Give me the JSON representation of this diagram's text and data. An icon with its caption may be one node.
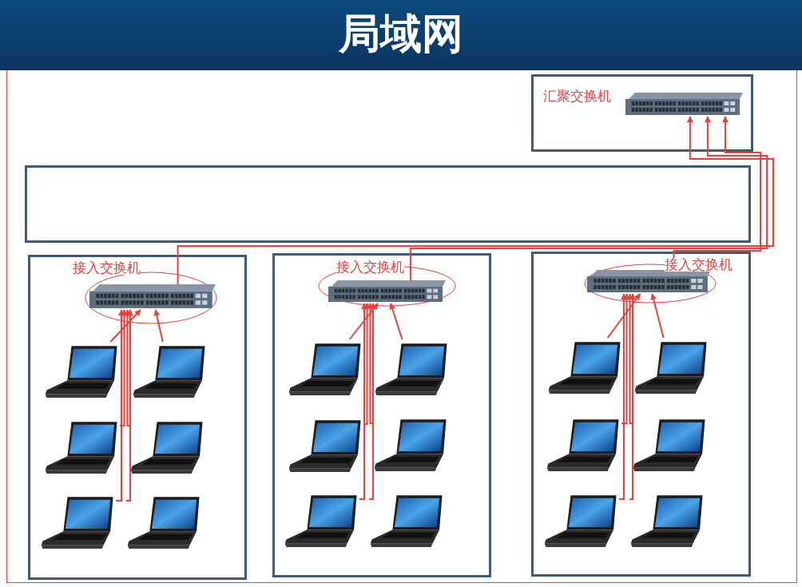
{
  "diagram": {
    "title": "局域网",
    "nodes": [
      {
        "text": [
          "汇聚交换机"
        ]
      },
      {
        "text": [],
        "shape": "picture",
        "in": 0
      },
      {
        "text": [],
        "shape": "box"
      },
      {
        "text": [],
        "shape": "box"
      },
      {
        "text": [
          "接入交换机"
        ],
        "in": 3
      },
      {
        "text": [],
        "shape": "picture",
        "in": 4
      },
      {
        "text": [],
        "shape": "picture",
        "in": 3
      },
      {
        "text": [],
        "shape": "picture",
        "in": 3
      },
      {
        "text": [],
        "shape": "picture",
        "in": 3
      },
      {
        "text": [],
        "shape": "picture",
        "in": 3
      },
      {
        "text": [],
        "shape": "picture",
        "in": 3
      },
      {
        "text": [],
        "shape": "picture",
        "in": 3
      },
      {
        "text": [],
        "shape": "box"
      },
      {
        "text": [
          "接入交换机"
        ],
        "in": 12
      },
      {
        "text": [],
        "shape": "picture",
        "in": 13
      },
      {
        "text": [],
        "shape": "picture",
        "in": 12
      },
      {
        "text": [],
        "shape": "picture",
        "in": 12
      },
      {
        "text": [],
        "shape": "picture",
        "in": 12
      },
      {
        "text": [],
        "shape": "picture",
        "in": 12
      },
      {
        "text": [],
        "shape": "picture",
        "in": 12
      },
      {
        "text": [],
        "shape": "picture",
        "in": 12
      },
      {
        "text": [],
        "shape": "box"
      },
      {
        "text": [
          "接入交换机"
        ],
        "in": 21
      },
      {
        "text": [],
        "shape": "picture",
        "in": 22
      },
      {
        "text": [],
        "shape": "picture",
        "in": 21
      },
      {
        "text": [],
        "shape": "picture",
        "in": 21
      },
      {
        "text": [],
        "shape": "picture",
        "in": 21
      },
      {
        "text": [],
        "shape": "picture",
        "in": 21
      },
      {
        "text": [],
        "shape": "picture",
        "in": 21
      },
      {
        "text": [],
        "shape": "picture",
        "in": 21
      }
    ],
    "edges": [
      {
        "from": 5,
        "to": 1,
        "arrow": "to"
      },
      {
        "from": 14,
        "to": 1,
        "arrow": "to"
      },
      {
        "from": 23,
        "to": 1,
        "arrow": "to"
      },
      {
        "from": 6,
        "to": 5,
        "arrow": "to"
      },
      {
        "from": 7,
        "to": 5,
        "arrow": "to"
      },
      {
        "from": 8,
        "to": 5,
        "arrow": "to"
      },
      {
        "from": 9,
        "to": 5,
        "arrow": "to"
      },
      {
        "from": 10,
        "to": 5,
        "arrow": "to"
      },
      {
        "from": 11,
        "to": 5,
        "arrow": "to"
      },
      {
        "from": 15,
        "to": 14,
        "arrow": "to"
      },
      {
        "from": 16,
        "to": 14,
        "arrow": "to"
      },
      {
        "from": 17,
        "to": 14,
        "arrow": "to"
      },
      {
        "from": 18,
        "to": 14,
        "arrow": "to"
      },
      {
        "from": 19,
        "to": 14,
        "arrow": "to"
      },
      {
        "from": 20,
        "to": 14,
        "arrow": "to"
      },
      {
        "from": 24,
        "to": 23,
        "arrow": "to"
      },
      {
        "from": 25,
        "to": 23,
        "arrow": "to"
      },
      {
        "from": 26,
        "to": 23,
        "arrow": "to"
      },
      {
        "from": 27,
        "to": 23,
        "arrow": "to"
      },
      {
        "from": 28,
        "to": 23,
        "arrow": "to"
      },
      {
        "from": 29,
        "to": 23,
        "arrow": "to"
      }
    ]
  }
}
